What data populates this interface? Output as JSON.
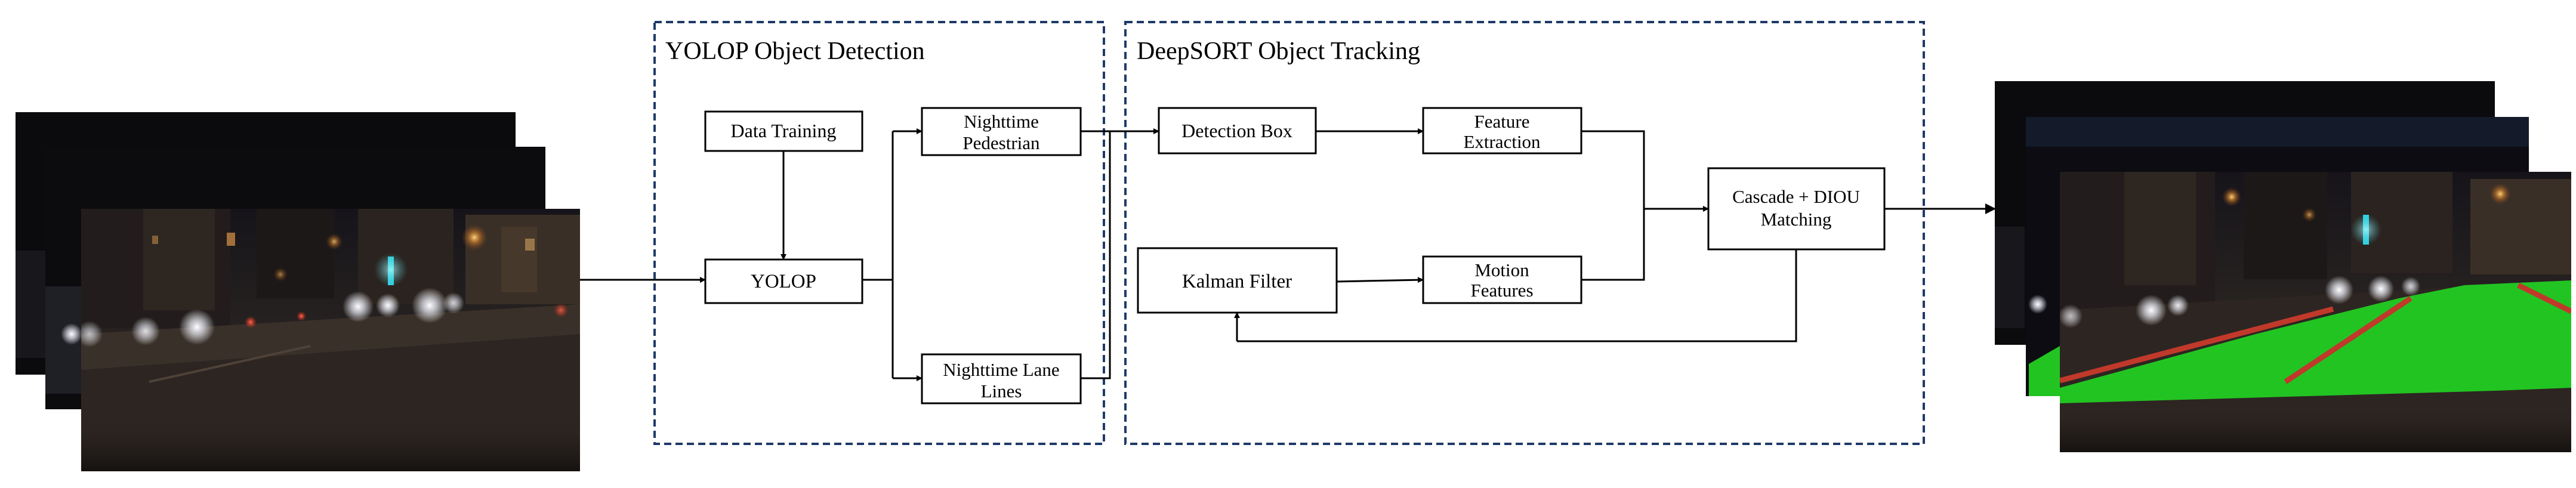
{
  "panels": {
    "yolop_title": "YOLOP Object Detection",
    "deepsort_title": "DeepSORT Object Tracking"
  },
  "nodes": {
    "data_training": "Data Training",
    "yolop": "YOLOP",
    "nighttime_pedestrian": [
      "Nighttime",
      "Pedestrian"
    ],
    "nighttime_lane_lines": [
      "Nighttime Lane",
      "Lines"
    ],
    "detection_box": "Detection Box",
    "feature_extraction": [
      "Feature",
      "Extraction"
    ],
    "kalman_filter": "Kalman Filter",
    "motion_features": [
      "Motion",
      "Features"
    ],
    "cascade_diou_matching": [
      "Cascade + DIOU",
      "Matching"
    ]
  },
  "colors": {
    "panel_border": "#1f3a68",
    "lane_area": "#22c422",
    "lane_line": "#c0392b",
    "night_dark": "#0c0b10"
  },
  "images": {
    "input_stack": "night-street-frames",
    "output_stack": "lane-segmented-night-frames"
  }
}
